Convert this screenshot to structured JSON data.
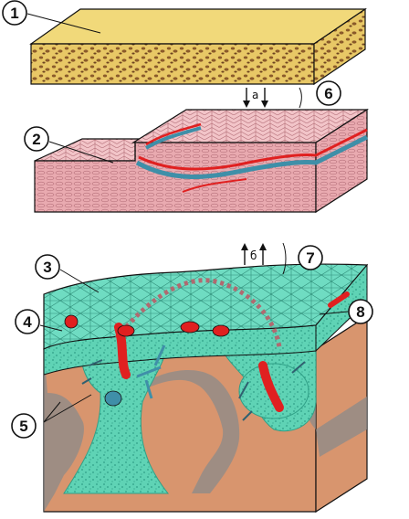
{
  "colors": {
    "graft_top": "#f1d97a",
    "graft_side": "#e8c866",
    "graft_pores": "#8a5a2a",
    "skin_top": "#f2c4c8",
    "skin_side": "#e9aab0",
    "skin_grid": "#b5707a",
    "vessel_red": "#e02020",
    "vessel_blue": "#3f8fa8",
    "granulation": "#5fd3b5",
    "granulation_dark": "#2f9f86",
    "muscle": "#d8956e",
    "fascia": "#8b8b8b",
    "outline": "#111111"
  },
  "callouts": [
    {
      "id": "1",
      "label": "1"
    },
    {
      "id": "2",
      "label": "2"
    },
    {
      "id": "3",
      "label": "3"
    },
    {
      "id": "4",
      "label": "4"
    },
    {
      "id": "5",
      "label": "5"
    },
    {
      "id": "6",
      "label": "6"
    },
    {
      "id": "7",
      "label": "7"
    },
    {
      "id": "8",
      "label": "8"
    }
  ],
  "arrow_labels": {
    "a": "а",
    "b": "б"
  }
}
